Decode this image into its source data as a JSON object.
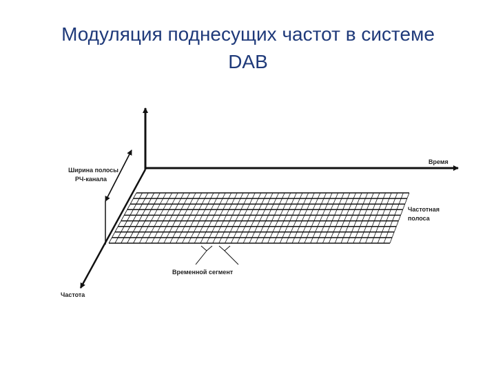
{
  "title": {
    "line1": "Модуляция поднесущих частот в системе",
    "line2": "DAB"
  },
  "diagram": {
    "labels": {
      "time": "Время",
      "bandwidth_line1": "Ширина полосы",
      "bandwidth_line2": "РЧ-канала",
      "freq_band_line1": "Частотная",
      "freq_band_line2": "полоса",
      "time_segment": "Временной сегмент",
      "frequency": "Частота"
    },
    "grid": {
      "frequency_bands": 9,
      "time_segments": 46
    },
    "colors": {
      "title": "#1f3a7a",
      "lines": "#111111"
    }
  }
}
